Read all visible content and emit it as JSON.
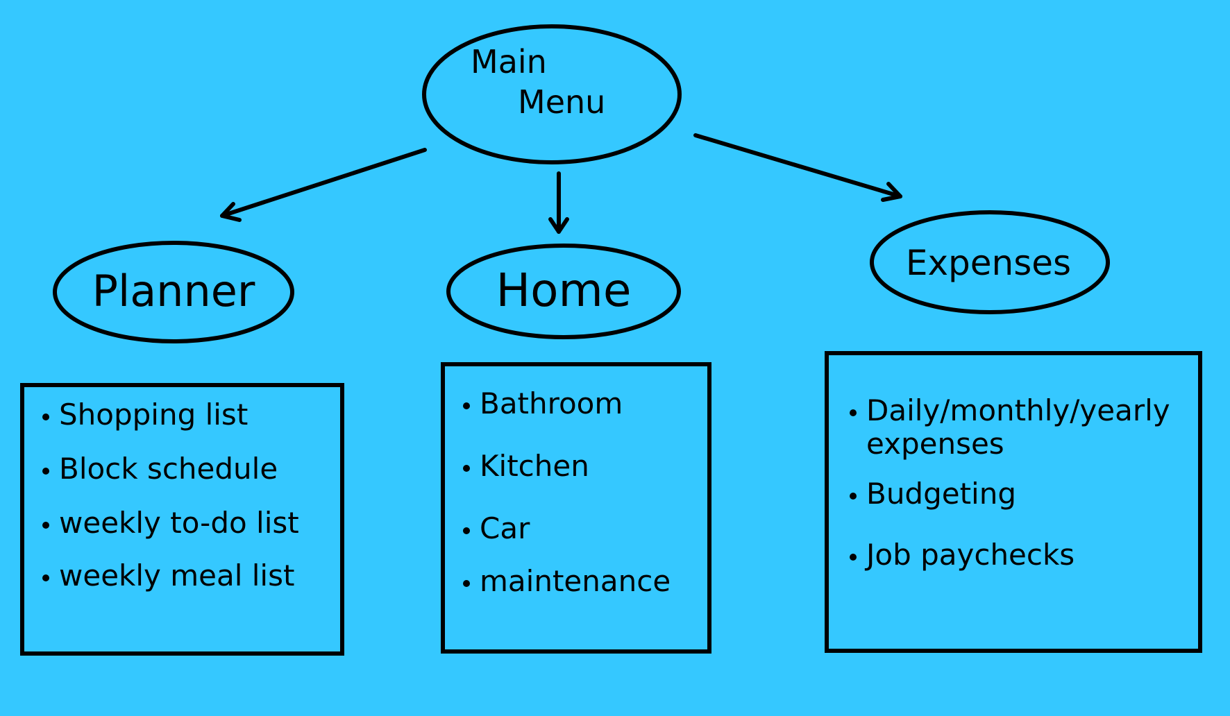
{
  "colors": {
    "background": "#35c8ff",
    "ink": "#000000"
  },
  "main_menu": {
    "line1": "Main",
    "line2": "Menu"
  },
  "branches": [
    {
      "title": "Planner",
      "items": [
        "Shopping list",
        "Block schedule",
        "weekly to-do list",
        "weekly meal list"
      ]
    },
    {
      "title": "Home",
      "items": [
        "Bathroom",
        "Kitchen",
        "Car",
        "maintenance"
      ]
    },
    {
      "title": "Expenses",
      "items": [
        "Daily/monthly/yearly expenses",
        "Budgeting",
        "Job paychecks"
      ]
    }
  ]
}
